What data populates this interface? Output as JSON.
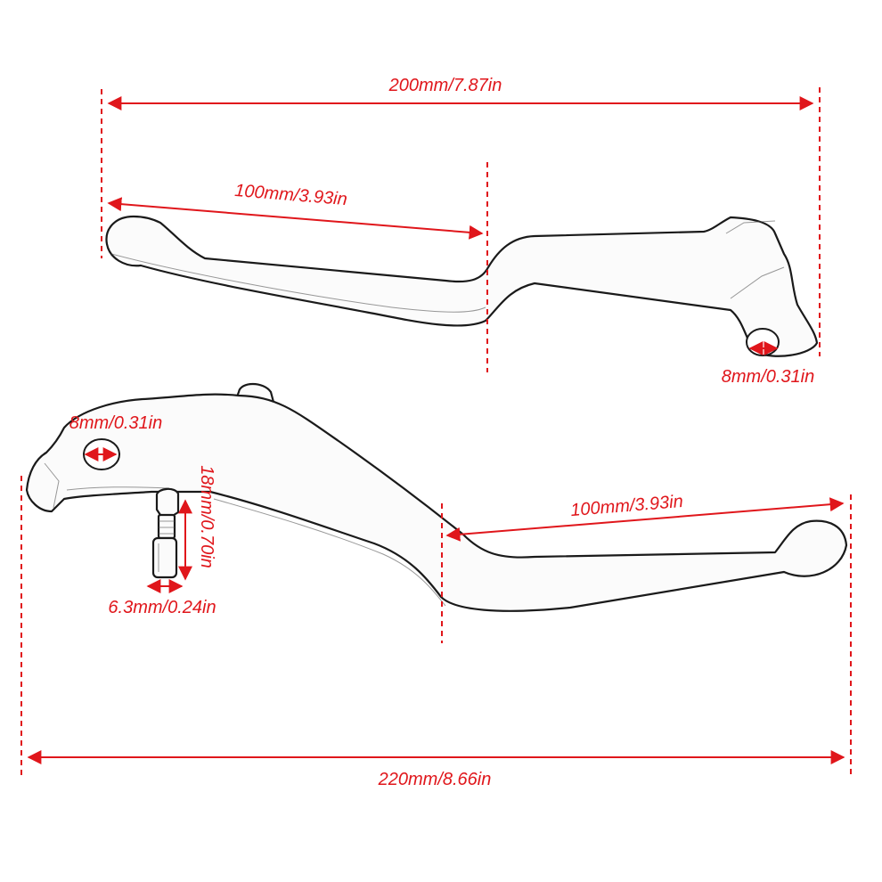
{
  "colors": {
    "dimension": "#e0161b",
    "outline": "#1a1a1a",
    "background": "#ffffff"
  },
  "upper_lever": {
    "overall_length": "200mm/7.87in",
    "half_length": "100mm/3.93in",
    "pivot_hole": "8mm/0.31in"
  },
  "lower_lever": {
    "pivot_hole": "8mm/0.31in",
    "pin_length": "18mm/0.70in",
    "pin_diameter": "6.3mm/0.24in",
    "half_length": "100mm/3.93in",
    "overall_length": "220mm/8.66in"
  }
}
